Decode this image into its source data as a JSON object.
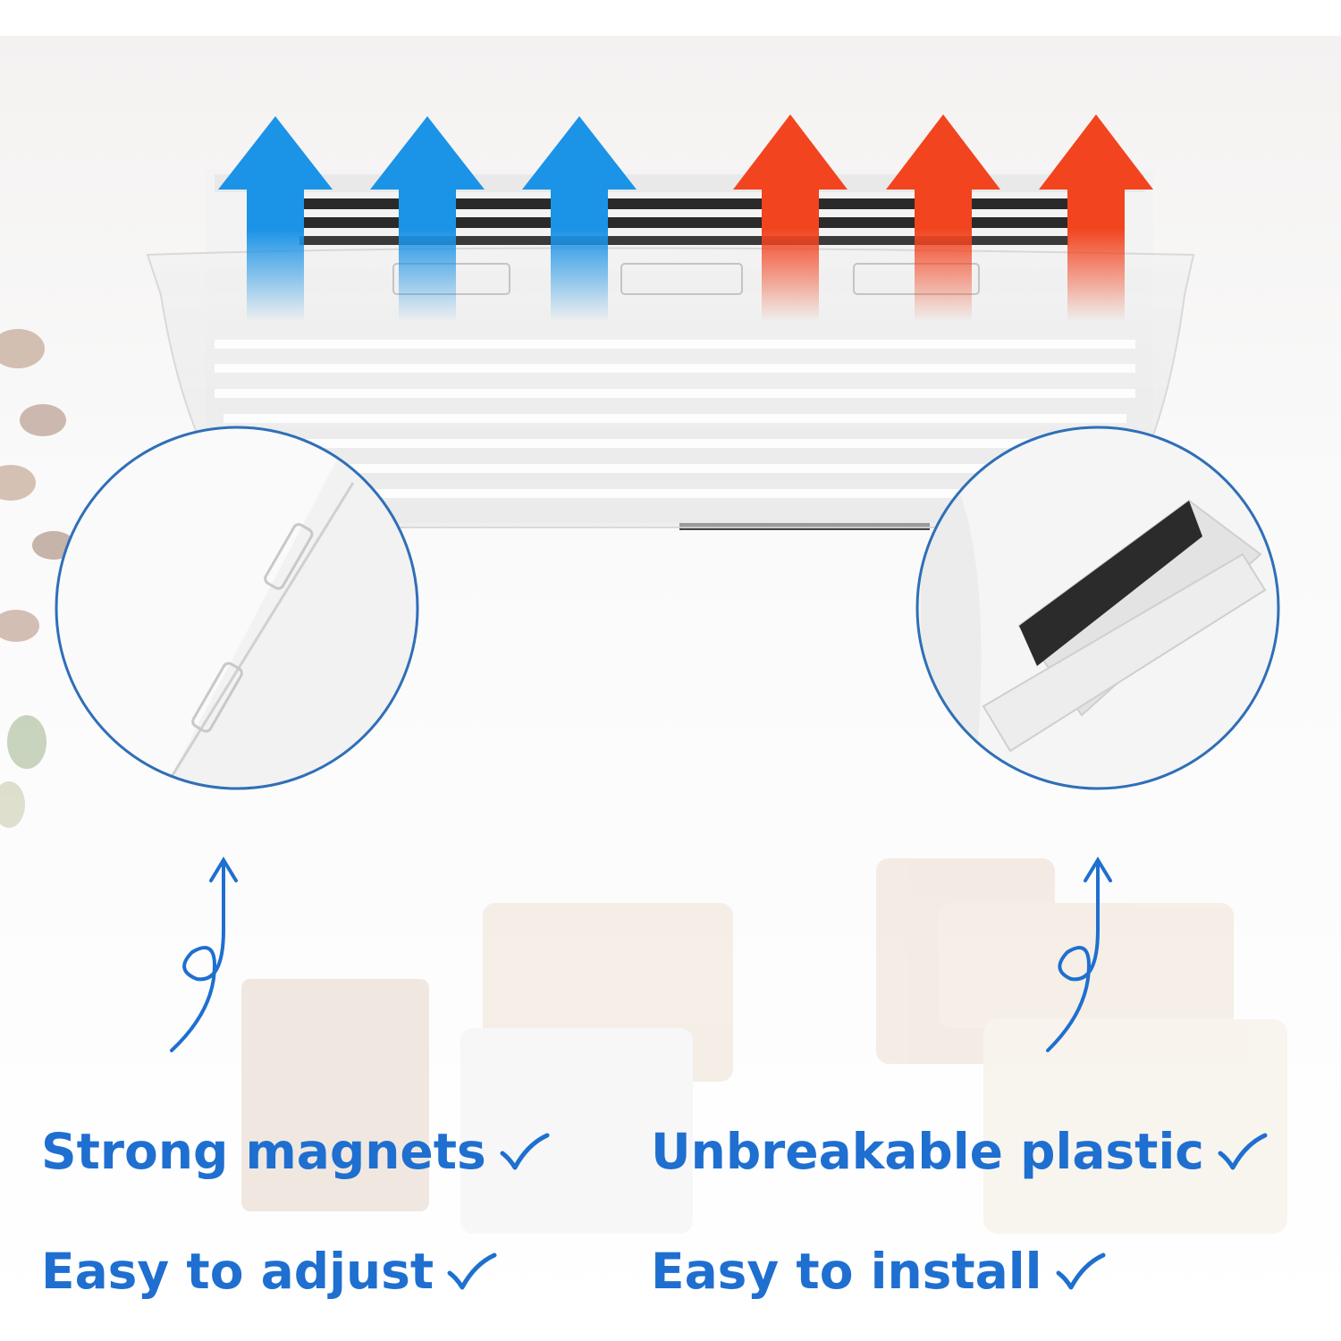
{
  "features": [
    {
      "label": "Strong magnets"
    },
    {
      "label": "Unbreakable plastic"
    },
    {
      "label": "Easy to adjust"
    },
    {
      "label": "Easy to install"
    }
  ],
  "colors": {
    "text_blue": "#1e6fd0",
    "cold_arrow": "#1b93e6",
    "hot_arrow": "#f2441f",
    "circle_border": "#2f6fb8"
  },
  "icons": [
    "arrow-up-icon",
    "check-icon",
    "curly-arrow-icon"
  ]
}
